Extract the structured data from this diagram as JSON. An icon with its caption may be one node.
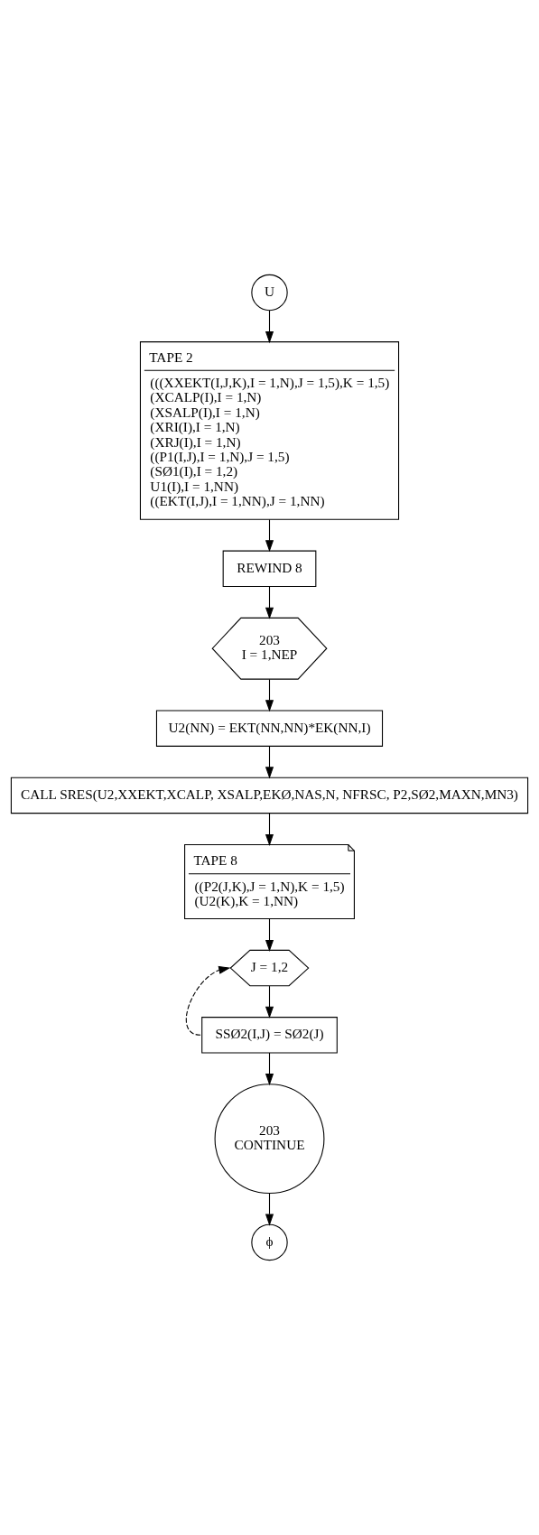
{
  "diagram": {
    "nodes": [
      {
        "text": [
          "U"
        ]
      },
      {
        "text": [
          "TAPE 2",
          "(((XXEKT(I,J,K),I = 1,N),J = 1,5),K = 1,5)",
          "(XCALP(I),I = 1,N)",
          "(XSALP(I),I = 1,N)",
          "(XRI(I),I = 1,N)",
          "(XRJ(I),I = 1,N)",
          "((P1(I,J),I = 1,N),J = 1,5)",
          "(SØ1(I),I = 1,2)",
          "U1(I),I = 1,NN)",
          "((EKT(I,J),I = 1,NN),J = 1,NN)"
        ]
      },
      {
        "text": [
          "REWIND 8"
        ]
      },
      {
        "text": [
          "203",
          "I = 1,NEP"
        ]
      },
      {
        "text": [
          "U2(NN) = EKT(NN,NN)*EK(NN,I)"
        ]
      },
      {
        "text": [
          "CALL SRES(U2,XXEKT,XCALP, XSALP,EKØ,NAS,N, NFRSC, P2,SØ2,MAXN,MN3)"
        ]
      },
      {
        "text": [
          "TAPE 8",
          "((P2(J,K),J = 1,N),K = 1,5)",
          "(U2(K),K = 1,NN)"
        ]
      },
      {
        "text": [
          "J = 1,2"
        ]
      },
      {
        "text": [
          "SSØ2(I,J) = SØ2(J)"
        ]
      },
      {
        "text": [
          "203",
          "CONTINUE"
        ]
      },
      {
        "text": [
          "ϕ"
        ]
      }
    ],
    "edges": [
      {
        "from": 0,
        "to": 1,
        "arrow": "to"
      },
      {
        "from": 1,
        "to": 2,
        "arrow": "to"
      },
      {
        "from": 2,
        "to": 3,
        "arrow": "to"
      },
      {
        "from": 3,
        "to": 4,
        "arrow": "to"
      },
      {
        "from": 4,
        "to": 5,
        "arrow": "to"
      },
      {
        "from": 5,
        "to": 6,
        "arrow": "to"
      },
      {
        "from": 6,
        "to": 7,
        "arrow": "to"
      },
      {
        "from": 7,
        "to": 8,
        "arrow": "to"
      },
      {
        "from": 8,
        "to": 7,
        "arrow": "to",
        "style": "dashed"
      },
      {
        "from": 8,
        "to": 9,
        "arrow": "to"
      },
      {
        "from": 9,
        "to": 10,
        "arrow": "to"
      }
    ]
  }
}
